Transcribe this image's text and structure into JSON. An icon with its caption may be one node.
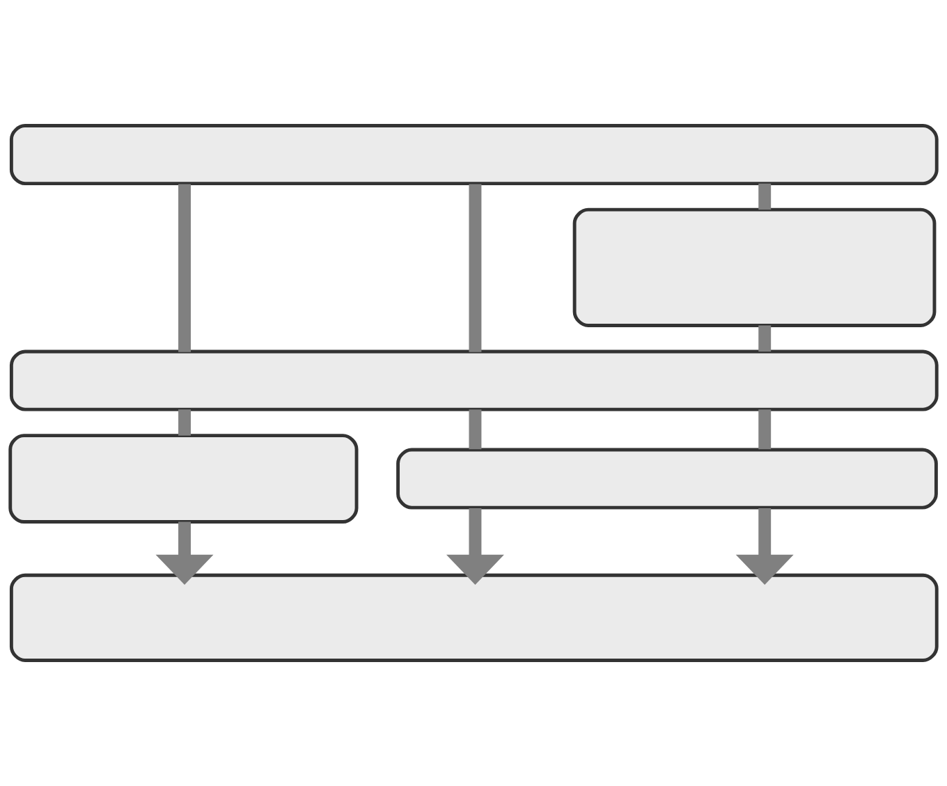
{
  "diagram": {
    "nodes": [
      {
        "text": [],
        "shape": "box"
      },
      {
        "text": [],
        "shape": "box"
      },
      {
        "text": [],
        "shape": "box"
      },
      {
        "text": [],
        "shape": "box"
      },
      {
        "text": [],
        "shape": "box"
      },
      {
        "text": [],
        "shape": "box"
      }
    ],
    "edges": [
      {
        "from": 0,
        "to": 2,
        "arrow": "none"
      },
      {
        "from": 0,
        "to": 2,
        "arrow": "none"
      },
      {
        "from": 0,
        "to": 1,
        "arrow": "none"
      },
      {
        "from": 1,
        "to": 2,
        "arrow": "none"
      },
      {
        "from": 2,
        "to": 3,
        "arrow": "none"
      },
      {
        "from": 2,
        "to": 4,
        "arrow": "none"
      },
      {
        "from": 2,
        "to": 4,
        "arrow": "none"
      },
      {
        "from": 3,
        "to": 5,
        "arrow": "to"
      },
      {
        "from": 4,
        "to": 5,
        "arrow": "to"
      },
      {
        "from": 4,
        "to": 5,
        "arrow": "to"
      }
    ]
  }
}
